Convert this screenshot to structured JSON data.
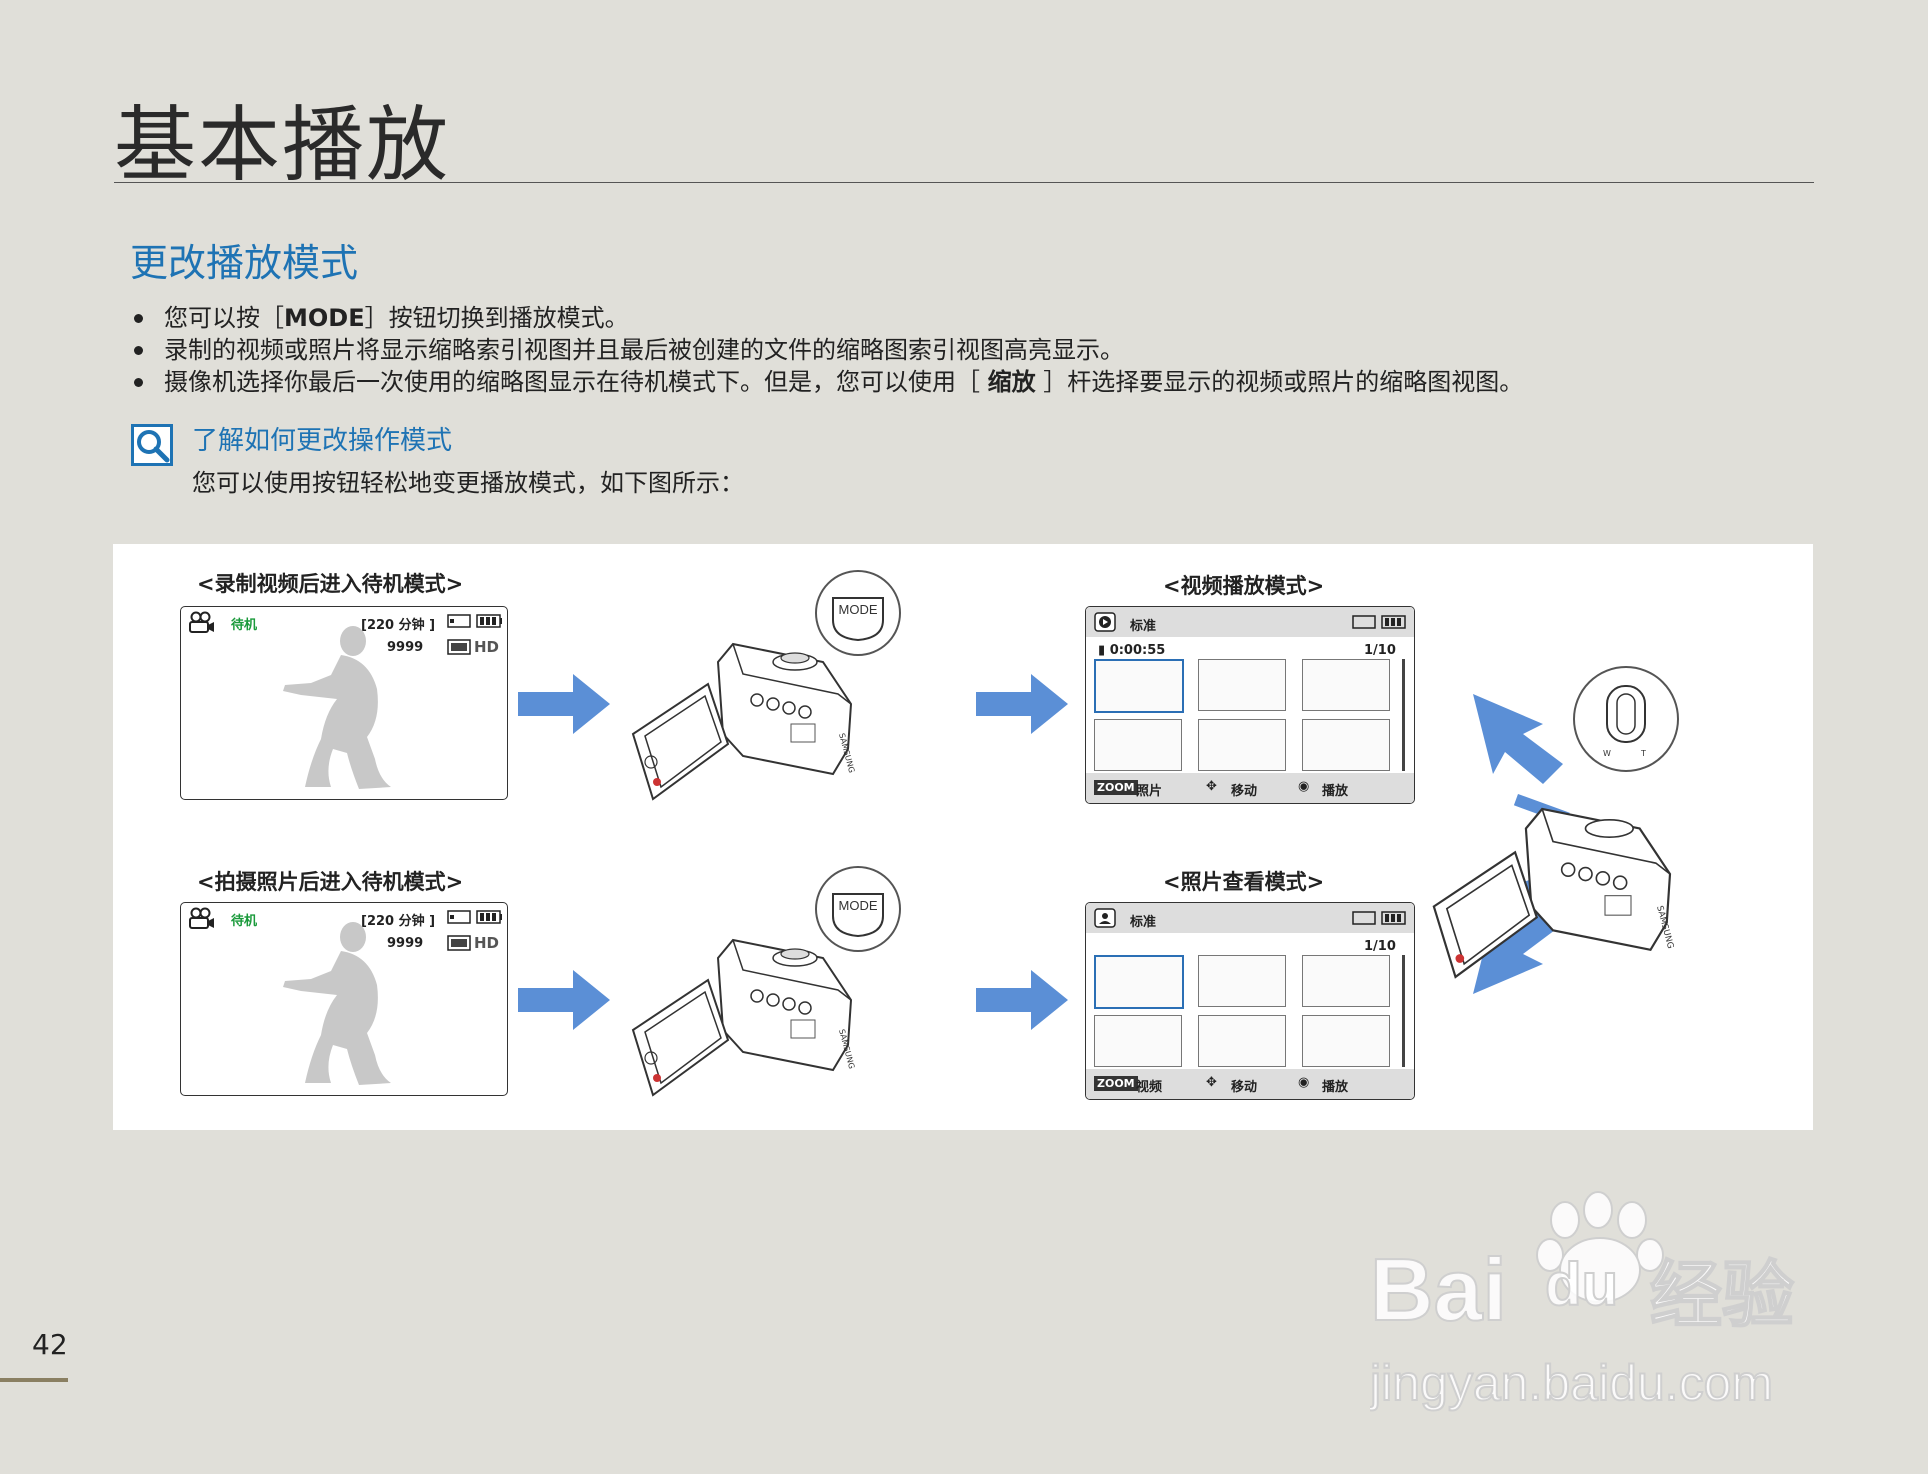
{
  "page": {
    "title": "基本播放",
    "number": "42"
  },
  "section": {
    "heading": "更改播放模式",
    "bullets": [
      {
        "pre": "您可以按［",
        "bold": "MODE",
        "post": "］按钮切换到播放模式。"
      },
      {
        "pre": "录制的视频或照片将显示缩略索引视图并且最后被创建的文件的缩略图索引视图高亮显示。",
        "bold": "",
        "post": ""
      },
      {
        "pre": "摄像机选择你最后一次使用的缩略图显示在待机模式下。但是，您可以使用［ ",
        "bold": "缩放",
        "post": " ］杆选择要显示的视频或照片的缩略图视图。"
      }
    ]
  },
  "tip": {
    "icon": "magnifier-icon",
    "title": "了解如何更改操作模式",
    "text": "您可以使用按钮轻松地变更播放模式，如下图所示："
  },
  "diagram": {
    "video_standby": {
      "caption": "<录制视频后进入待机模式>",
      "status": "待机",
      "remaining": "[220 分钟 ]",
      "count": "9999",
      "quality": "HD"
    },
    "photo_standby": {
      "caption": "<拍摄照片后进入待机模式>",
      "status": "待机",
      "remaining": "[220 分钟 ]",
      "count": "9999",
      "quality": "HD"
    },
    "mode_callout": "MODE",
    "zoom_callout": {
      "w": "W",
      "t": "T"
    },
    "brand": "SAMSUNG",
    "video_play": {
      "caption": "<视频播放模式>",
      "label": "标准",
      "time": "0:00:55",
      "index": "1/10",
      "zoom": "ZOOM",
      "zoom_target": "照片",
      "move": "移动",
      "play": "播放"
    },
    "photo_view": {
      "caption": "<照片查看模式>",
      "label": "标准",
      "index": "1/10",
      "zoom": "ZOOM",
      "zoom_target": "视频",
      "move": "移动",
      "play": "播放"
    },
    "accent_color": "#5b8fd6"
  },
  "watermark": {
    "brand_left": "Bai",
    "brand_right": "du",
    "suffix": "经验",
    "url": "jingyan.baidu.com"
  }
}
